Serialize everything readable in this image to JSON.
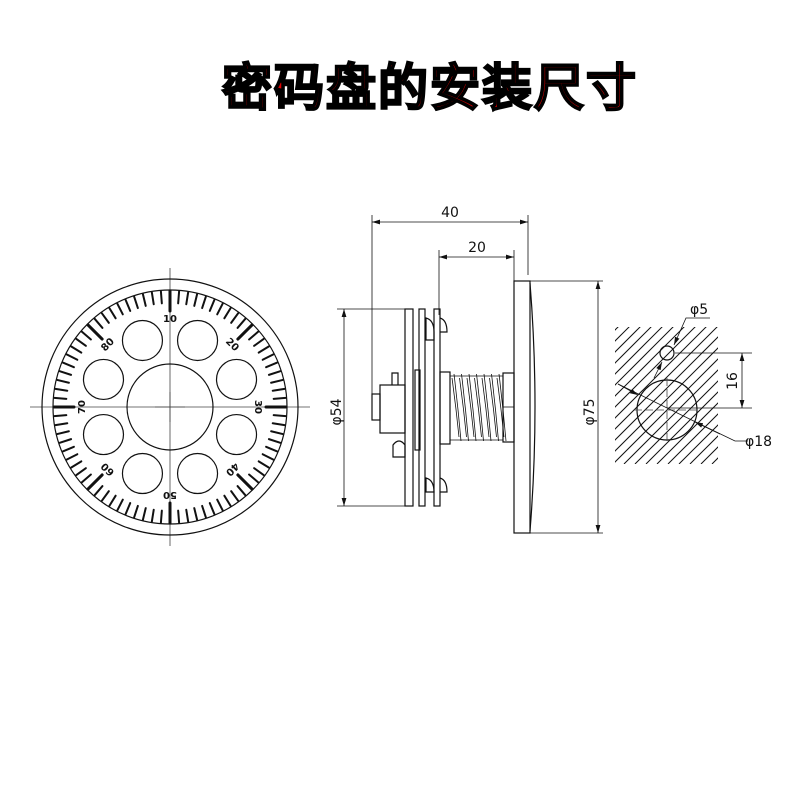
{
  "title": "密码盘的安装尺寸",
  "dial": {
    "scale_labels": [
      "10",
      "20",
      "30",
      "40",
      "50",
      "60",
      "70",
      "80"
    ],
    "hole_count": 8
  },
  "side_view": {
    "dim_total_length": "40",
    "dim_shaft_length": "20",
    "dim_body_diameter": "φ54",
    "dim_knob_diameter": "φ75"
  },
  "mounting_hole": {
    "dim_small_hole": "φ5",
    "dim_offset": "16",
    "dim_large_hole": "φ18"
  },
  "colors": {
    "title_fill": "#e00000",
    "title_outline": "#000000"
  }
}
